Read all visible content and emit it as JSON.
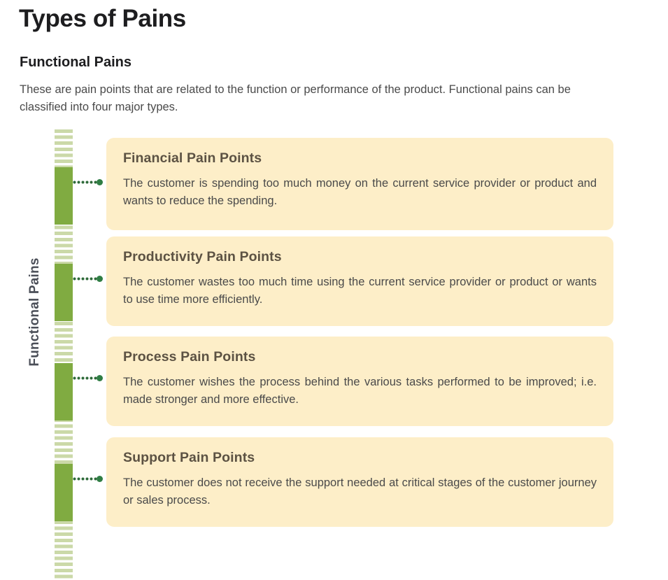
{
  "header": {
    "title": "Types of Pains",
    "section_title": "Functional Pains",
    "section_description": "These are pain points that are related to the function or performance of the product. Functional pains can be classified into four major types."
  },
  "diagram": {
    "axis_label": "Functional Pains",
    "rail_color": "#80ab41",
    "rail_stripe_color": "#cbd9a8",
    "connector_color": "#2f7d44",
    "card_background": "#fdeec8",
    "card_title_color": "#5c5243",
    "items": [
      {
        "title": "Financial Pain Points",
        "body": "The customer is spending too much money on the current service provider or product and wants to reduce the spending."
      },
      {
        "title": "Productivity Pain Points",
        "body": "The customer wastes too much time using the current service provider or product or wants to use time more efficiently."
      },
      {
        "title": "Process Pain Points",
        "body": "The customer wishes the process behind the various tasks performed to be improved; i.e. made stronger and more effective."
      },
      {
        "title": "Support Pain Points",
        "body": "The customer does not receive the support needed at critical stages of the customer journey or sales process."
      }
    ]
  }
}
